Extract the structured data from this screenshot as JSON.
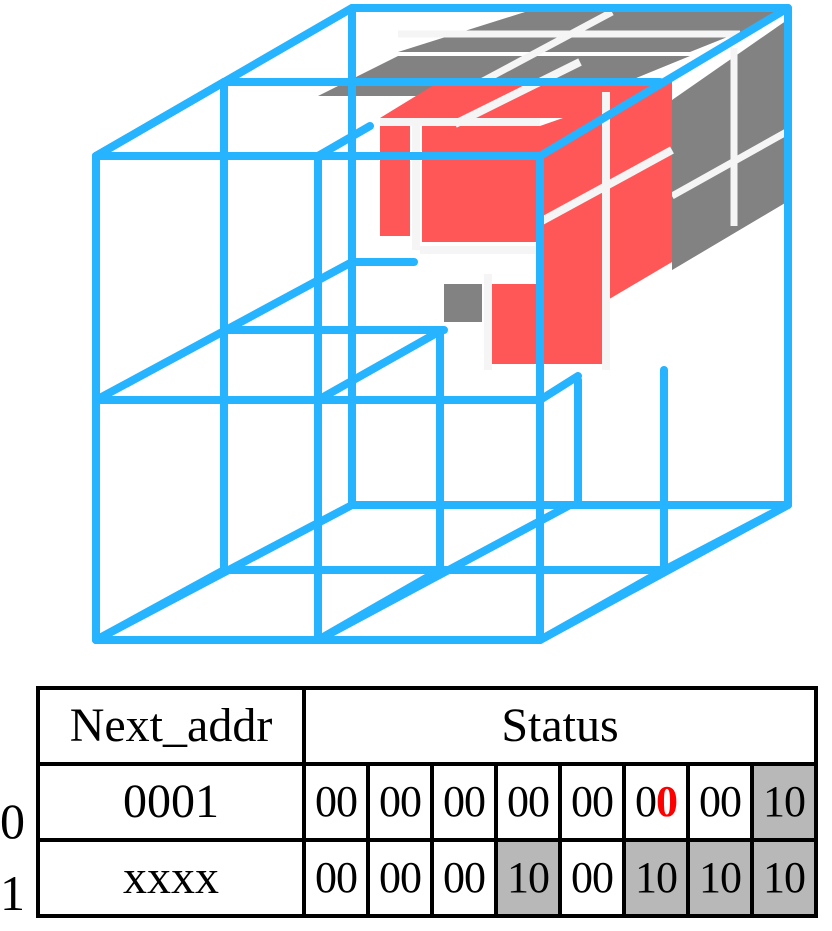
{
  "figure": {
    "type": "3d-octree-cube-with-status-table",
    "colors": {
      "wireframe": "#26b3ff",
      "highlighted_cube": "#ff5757",
      "occupied_cube": "#828282",
      "grid_gap": "#f5f5f5",
      "gray_cell": "#b8b8b8",
      "highlight_digit": "#ff0000"
    }
  },
  "table": {
    "headers": {
      "next_addr": "Next_addr",
      "status": "Status"
    },
    "rows": [
      {
        "label": "0",
        "next_addr": "0001",
        "status": [
          {
            "value": "00",
            "gray": false
          },
          {
            "value": "00",
            "gray": false
          },
          {
            "value": "00",
            "gray": false
          },
          {
            "value": "00",
            "gray": false
          },
          {
            "value": "00",
            "gray": false
          },
          {
            "value": "00",
            "gray": false,
            "highlight_second_digit": true,
            "prefix": "0",
            "highlight": "0"
          },
          {
            "value": "00",
            "gray": false
          },
          {
            "value": "10",
            "gray": true
          }
        ]
      },
      {
        "label": "1",
        "next_addr": "xxxx",
        "status": [
          {
            "value": "00",
            "gray": false
          },
          {
            "value": "00",
            "gray": false
          },
          {
            "value": "00",
            "gray": false
          },
          {
            "value": "10",
            "gray": true
          },
          {
            "value": "00",
            "gray": false
          },
          {
            "value": "10",
            "gray": true
          },
          {
            "value": "10",
            "gray": true
          },
          {
            "value": "10",
            "gray": true
          }
        ]
      }
    ]
  }
}
